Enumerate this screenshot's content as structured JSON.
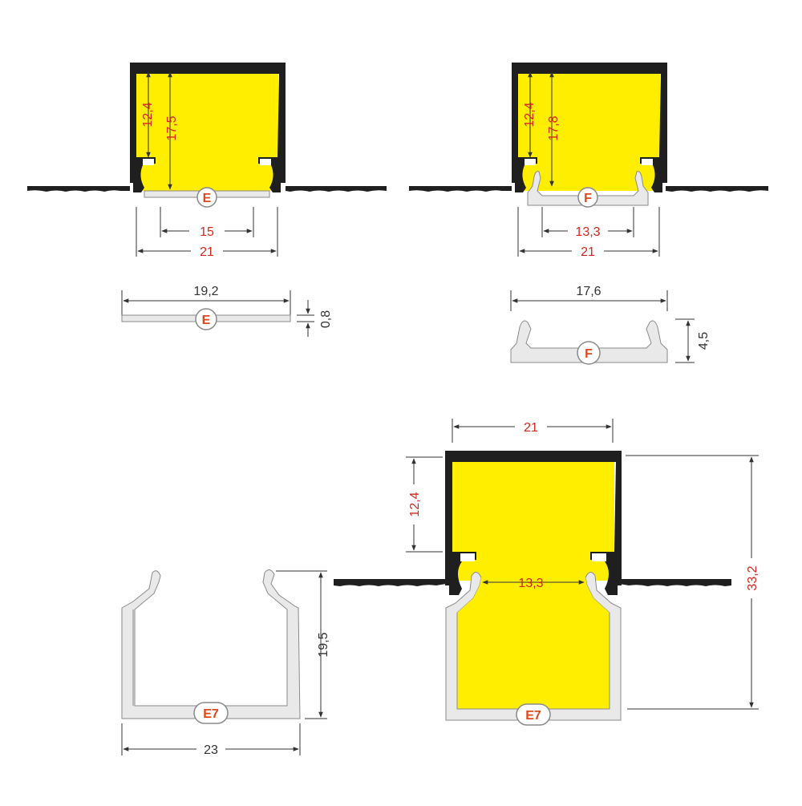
{
  "colors": {
    "profile": "#1f1f1f",
    "light": "#ffee00",
    "cover": "#e9e9e9",
    "cover_stroke": "#8a8a8a",
    "dim_red": "#d9261c",
    "dim_dark": "#333333",
    "badge": "#e0471a"
  },
  "views": {
    "e_installed": {
      "dim_12_4": "12,4",
      "dim_17_5": "17,5",
      "dim_15": "15",
      "dim_21": "21",
      "badge": "E"
    },
    "f_installed": {
      "dim_12_4": "12,4",
      "dim_17_8": "17,8",
      "dim_13_3": "13,3",
      "dim_21": "21",
      "badge": "F"
    },
    "e_cover": {
      "width": "19,2",
      "thickness": "0,8",
      "badge": "E"
    },
    "f_cover": {
      "width": "17,6",
      "height": "4,5",
      "badge": "F"
    },
    "e7_cover": {
      "width": "23",
      "height": "19,5",
      "badge": "E7"
    },
    "e7_installed": {
      "dim_21": "21",
      "dim_12_4": "12,4",
      "dim_13_3": "13,3",
      "dim_33_2": "33,2",
      "badge": "E7"
    }
  }
}
